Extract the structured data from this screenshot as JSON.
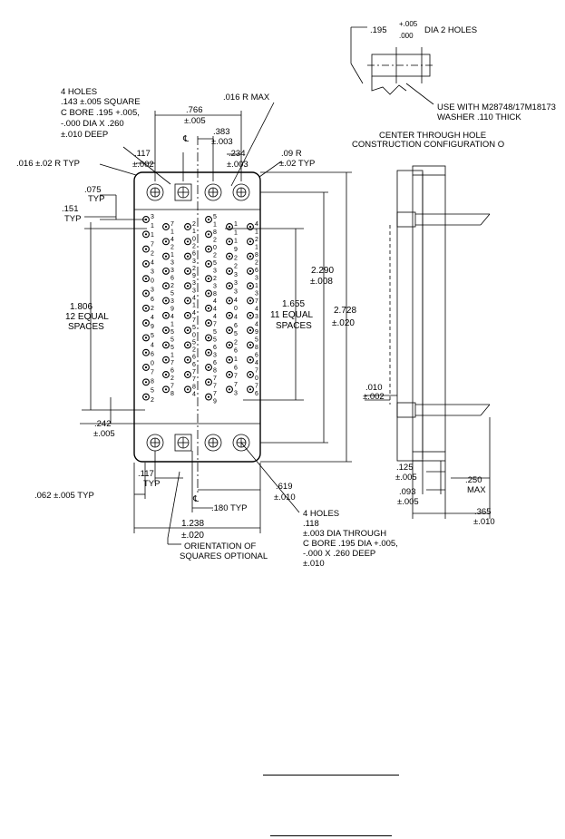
{
  "labels": {
    "side_dia_a": ".195",
    "side_dia_tol_plus": "+.005",
    "side_dia_tol_minus": ".000",
    "side_dia_b": "DIA 2 HOLES",
    "use_with_1": "USE WITH M28748/17M18173",
    "use_with_2": "WASHER .110 THICK",
    "center_thru_1": "CENTER THROUGH HOLE",
    "center_thru_2": "CONSTRUCTION CONFIGURATION O",
    "four_holes_top_1": "4 HOLES",
    "four_holes_top_2": ".143 ±.005 SQUARE",
    "four_holes_top_3": "C BORE .195 +.005,",
    "four_holes_top_4": "-.000 DIA X .260",
    "four_holes_top_5": "±.010 DEEP",
    "r016_max": ".016 R MAX",
    "d766_a": ".766",
    "d766_b": "±.005",
    "d383_a": ".383",
    "d383_b": "±.003",
    "d117_a": ".117",
    "d117_b": "±.002",
    "d234_a": ".234",
    "d234_b": "±.003",
    "r09_a": ".09 R",
    "r09_b": "±.02 TYP",
    "r016_typ": ".016 ±.02 R TYP",
    "d075_a": ".075",
    "d075_b": "TYP",
    "d151_a": ".151",
    "d151_b": "TYP",
    "d1806_a": "1.806",
    "d1806_b": "12 EQUAL",
    "d1806_c": "SPACES",
    "d1655_a": "1.655",
    "d1655_b": "11 EQUAL",
    "d1655_c": "SPACES",
    "d2290_a": "2.290",
    "d2290_b": "±.008",
    "d2728_a": "2.728",
    "d2728_b": "±.020",
    "d242_a": ".242",
    "d242_b": "±.005",
    "d010_a": ".010",
    "d010_b": "±.002",
    "d117b_a": ".117",
    "d117b_b": "TYP",
    "d062": ".062 ±.005 TYP",
    "d180": ".180 TYP",
    "d619_a": ".619",
    "d619_b": "±.010",
    "d1238_a": "1.238",
    "d1238_b": "±.020",
    "orient_1": "ORIENTATION OF",
    "orient_2": "SQUARES OPTIONAL",
    "four_holes_bot_1": "4 HOLES",
    "four_holes_bot_2": ".118",
    "four_holes_bot_3": "±.003 DIA THROUGH",
    "four_holes_bot_4": "C BORE .195 DIA +.005,",
    "four_holes_bot_5": "-.000 X .260 DEEP",
    "four_holes_bot_6": "±.010",
    "d125_a": ".125",
    "d125_b": "±.005",
    "d093_a": ".093",
    "d093_b": "±.005",
    "d250_a": ".250",
    "d250_b": "MAX",
    "d365_a": ".365",
    "d365_b": "±.010",
    "centerline_mark": "℄"
  },
  "pin_columns": [
    {
      "count": 13,
      "labels": [
        "3",
        "1",
        "1",
        "7",
        "2",
        "4",
        "3",
        "0",
        "3",
        "6",
        "2",
        "4",
        "9",
        "5",
        "4",
        "6",
        "0",
        "7",
        "8",
        "5",
        "2"
      ]
    },
    {
      "count": 12,
      "labels": [
        "7",
        "1",
        "4",
        "2",
        "1",
        "3",
        "3",
        "6",
        "2",
        "5",
        "3",
        "9",
        "4",
        "1",
        "5",
        "5",
        "5",
        "1",
        "7",
        "6",
        "2",
        "7",
        "8"
      ]
    },
    {
      "count": 12,
      "labels": [
        "2",
        "1",
        "0",
        "2",
        "6",
        "3",
        "2",
        "9",
        "3",
        "3",
        "4",
        "1",
        "4",
        "7",
        "5",
        "0",
        "5",
        "2",
        "6",
        "6",
        "7",
        "7",
        "8",
        "4"
      ]
    },
    {
      "count": 13,
      "labels": [
        "5",
        "1",
        "8",
        "2",
        "0",
        "2",
        "5",
        "3",
        "2",
        "3",
        "8",
        "4",
        "4",
        "4",
        "7",
        "5",
        "5",
        "6",
        "3",
        "6",
        "8",
        "7",
        "7",
        "7",
        "9"
      ]
    },
    {
      "count": 12,
      "labels": [
        "1",
        "1",
        "1",
        "9",
        "2",
        "2",
        "3",
        "3",
        "3",
        "4",
        "0",
        "4",
        "6",
        "5",
        "2",
        "6",
        "1",
        "6",
        "7",
        "7",
        "3"
      ]
    },
    {
      "count": 12,
      "labels": [
        "4",
        "1",
        "2",
        "1",
        "8",
        "2",
        "6",
        "3",
        "1",
        "3",
        "7",
        "4",
        "3",
        "4",
        "9",
        "5",
        "8",
        "6",
        "4",
        "7",
        "0",
        "7",
        "6"
      ]
    }
  ]
}
